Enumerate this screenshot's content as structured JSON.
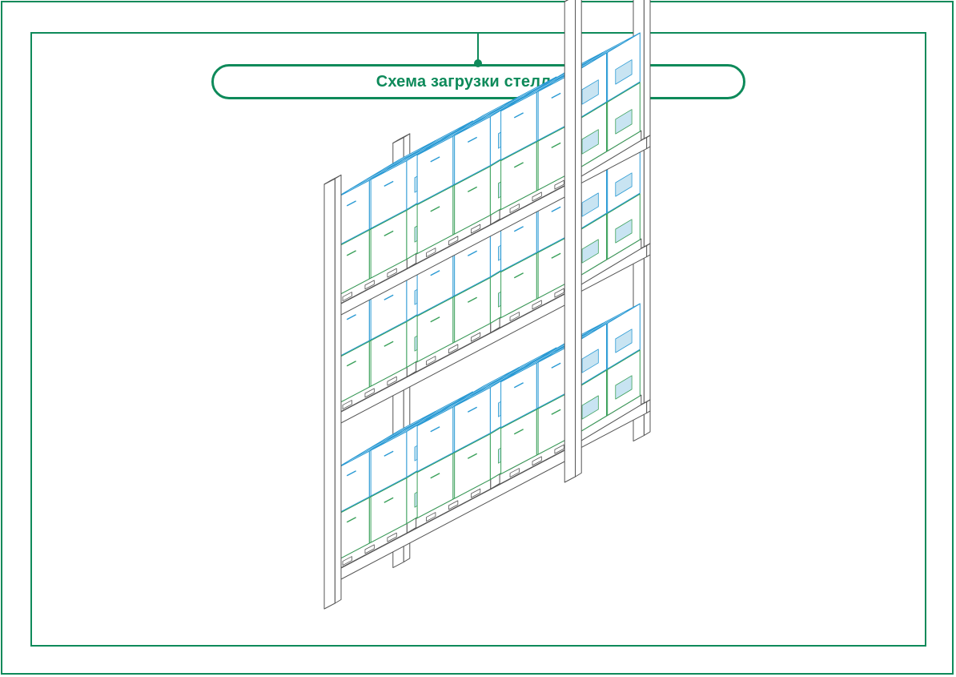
{
  "diagram": {
    "title": "Схема загрузки стеллажа",
    "colors": {
      "frame": "#0e8a5a",
      "box_top_tier": "#2a9ad4",
      "box_bottom_tier": "#3aa05a",
      "rack": "#555555",
      "label_fill": "#c8e4f2"
    },
    "rack": {
      "levels": 3,
      "pallets_per_level": 3,
      "top_level_box_tiers": 2,
      "lower_level_box_tiers": 2
    },
    "icons": [
      "rack-upright",
      "shelf-beam",
      "pallet",
      "carton-box"
    ]
  }
}
